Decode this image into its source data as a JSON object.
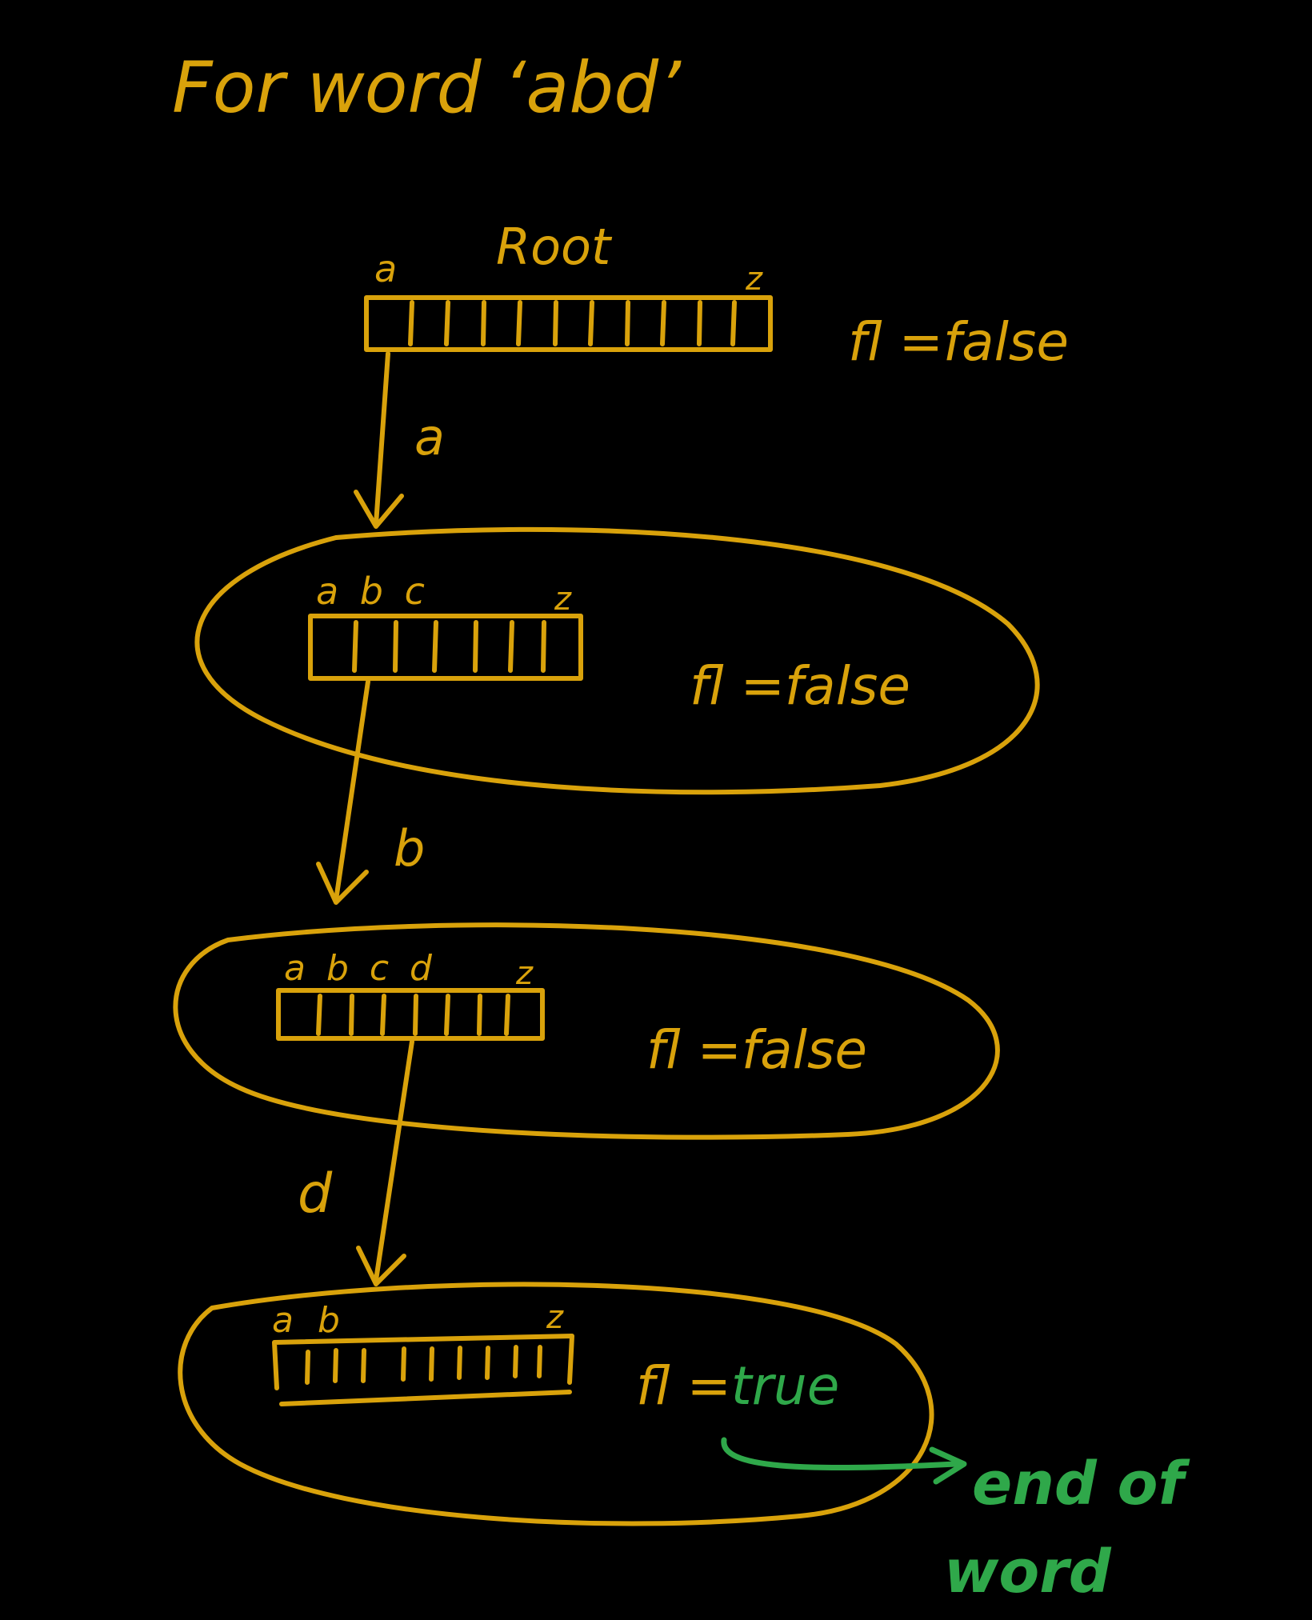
{
  "title": "For word ‘abd’",
  "root": {
    "label": "Root",
    "first_index": "a",
    "last_index": "z",
    "flag": "fl =false"
  },
  "edges": [
    {
      "letter": "a"
    },
    {
      "letter": "b"
    },
    {
      "letter": "d"
    }
  ],
  "nodes": [
    {
      "index_labels": "a b c",
      "last_index": "z",
      "flag_prefix": "fl =",
      "flag_value": "false"
    },
    {
      "index_labels": "a b c d",
      "last_index": "z",
      "flag_prefix": "fl =",
      "flag_value": "false"
    },
    {
      "index_labels": "a b",
      "last_index": "z",
      "flag_prefix": "fl =",
      "flag_value": "true"
    }
  ],
  "annotation": {
    "line1": "end of",
    "line2": "word"
  },
  "colors": {
    "background": "#000000",
    "ink": "#D9A20B",
    "highlight": "#2FA84A"
  }
}
